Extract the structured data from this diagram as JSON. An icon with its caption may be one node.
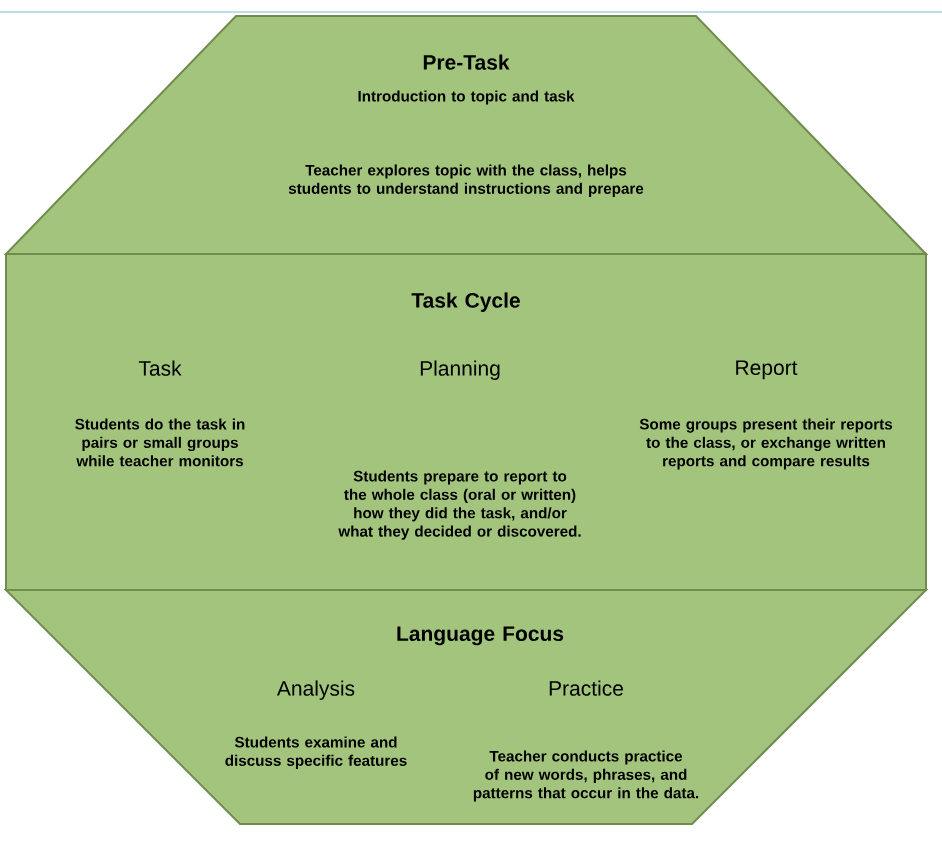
{
  "diagram": {
    "nodes": [
      {
        "text": [
          "Pre-Task",
          "Introduction to topic and task",
          "Teacher explores topic with the class, helps students to understand instructions and prepare"
        ]
      },
      {
        "text": [
          "Task Cycle",
          "Task",
          "Students do the task in pairs or small groups while teacher monitors",
          "Planning",
          "Students prepare to report to the whole class (oral or written) how they did the task, and/or what they decided or discovered.",
          "Report",
          "Some groups present their reports to the class, or exchange written reports and compare results"
        ]
      },
      {
        "text": [
          "Language Focus",
          "Analysis",
          "Students examine and discuss specific features",
          "Practice",
          "Teacher conducts practice of new words, phrases, and patterns that occur in the data."
        ]
      }
    ],
    "edges": []
  }
}
